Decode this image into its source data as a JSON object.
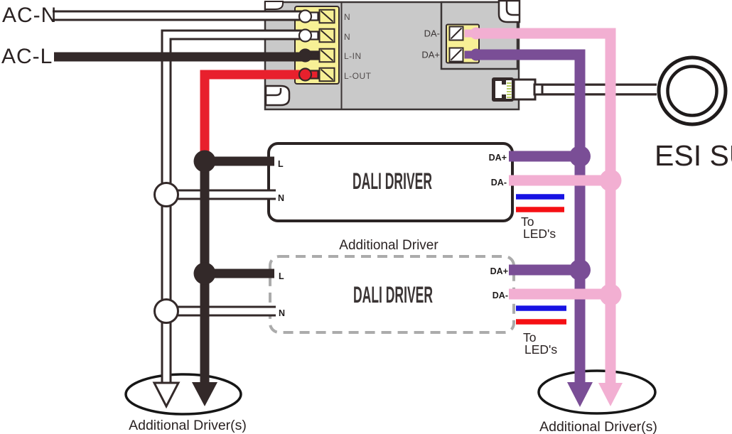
{
  "labels": {
    "ac_n": "AC-N",
    "ac_l": "AC-L",
    "esi_sensor": "ESI SU"
  },
  "controller": {
    "mains_terminals": [
      "N",
      "N",
      "L-IN",
      "L-OUT"
    ],
    "dali_terminals": [
      "DA-",
      "DA+"
    ]
  },
  "drivers": [
    {
      "title": "DALI DRIVER",
      "terminal_l": "L",
      "terminal_n": "N",
      "terminal_da_plus": "DA+",
      "terminal_da_minus": "DA-",
      "note_line1": "To",
      "note_line2": "LED's"
    },
    {
      "caption": "Additional Driver",
      "title": "DALI DRIVER",
      "terminal_l": "L",
      "terminal_n": "N",
      "terminal_da_plus": "DA+",
      "terminal_da_minus": "DA-",
      "note_line1": "To",
      "note_line2": "LED's"
    }
  ],
  "footnotes": {
    "left": "Additional Driver(s)",
    "right": "Additional Driver(s)"
  },
  "colors": {
    "wire_neutral": "#FFFFFF",
    "wire_line": "#332929",
    "wire_switched_line": "#E8202D",
    "wire_dali_plus": "#7A4E96",
    "wire_dali_minus": "#F2AFD2",
    "wire_led_positive": "#1712E3",
    "wire_led_negative": "#F50F14",
    "terminal_block": "#F7F096",
    "controller_body": "#C9C9C9",
    "rj_pins": "#B8CC62"
  }
}
